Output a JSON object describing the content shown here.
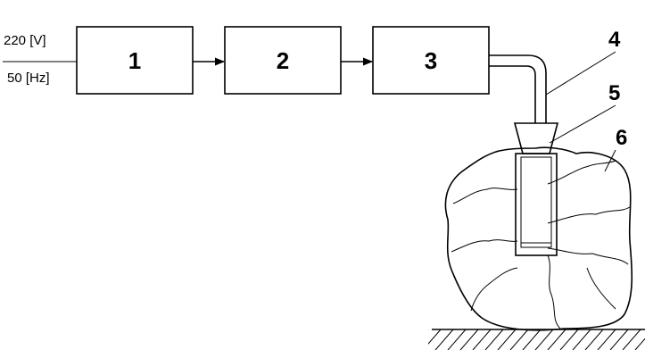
{
  "supply": {
    "voltage": "220 [V]",
    "frequency": "50 [Hz]"
  },
  "blocks": [
    {
      "id": "1",
      "label": "1"
    },
    {
      "id": "2",
      "label": "2"
    },
    {
      "id": "3",
      "label": "3"
    }
  ],
  "callouts": [
    {
      "id": "4",
      "label": "4"
    },
    {
      "id": "5",
      "label": "5"
    },
    {
      "id": "6",
      "label": "6"
    }
  ]
}
